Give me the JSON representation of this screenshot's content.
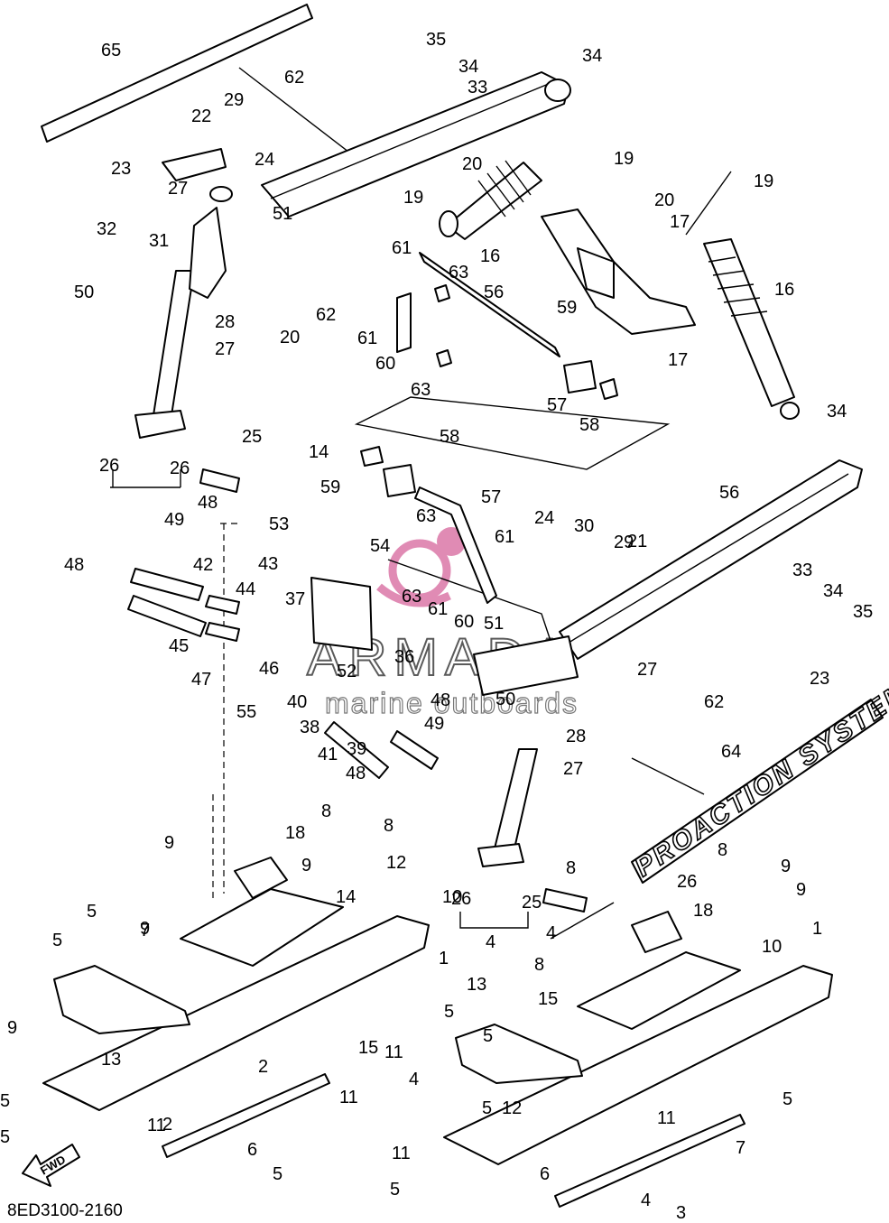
{
  "figure_code": "8ED3100-2160",
  "decal_text": "PROACTION SYSTEM",
  "fwd_label": "FWD",
  "watermark": {
    "brand": "ARMADA",
    "tagline": "marine outboards",
    "color": "#e08bb4"
  },
  "callouts": [
    "65",
    "35",
    "34",
    "34",
    "33",
    "62",
    "29",
    "22",
    "23",
    "24",
    "27",
    "20",
    "19",
    "19",
    "51",
    "19",
    "20",
    "32",
    "31",
    "16",
    "17",
    "16",
    "61",
    "63",
    "62",
    "50",
    "28",
    "20",
    "56",
    "59",
    "61",
    "27",
    "60",
    "17",
    "63",
    "57",
    "58",
    "26",
    "26",
    "25",
    "14",
    "58",
    "59",
    "57",
    "56",
    "34",
    "63",
    "24",
    "30",
    "29",
    "61",
    "21",
    "54",
    "48",
    "49",
    "33",
    "34",
    "42",
    "53",
    "63",
    "48",
    "43",
    "44",
    "37",
    "61",
    "60",
    "51",
    "35",
    "45",
    "36",
    "27",
    "47",
    "46",
    "52",
    "55",
    "40",
    "50",
    "62",
    "23",
    "48",
    "38",
    "49",
    "28",
    "41",
    "39",
    "48",
    "27",
    "64",
    "8",
    "18",
    "8",
    "9",
    "9",
    "12",
    "10",
    "14",
    "8",
    "8",
    "9",
    "18",
    "9",
    "26",
    "26",
    "25",
    "4",
    "13",
    "10",
    "1",
    "5",
    "8",
    "5",
    "9",
    "15",
    "4",
    "5",
    "5",
    "13",
    "15",
    "11",
    "2",
    "9",
    "7",
    "11",
    "11",
    "2",
    "4",
    "5",
    "12",
    "5",
    "6",
    "5",
    "7",
    "11",
    "5",
    "6",
    "11",
    "5",
    "4",
    "5",
    "3",
    "1"
  ]
}
